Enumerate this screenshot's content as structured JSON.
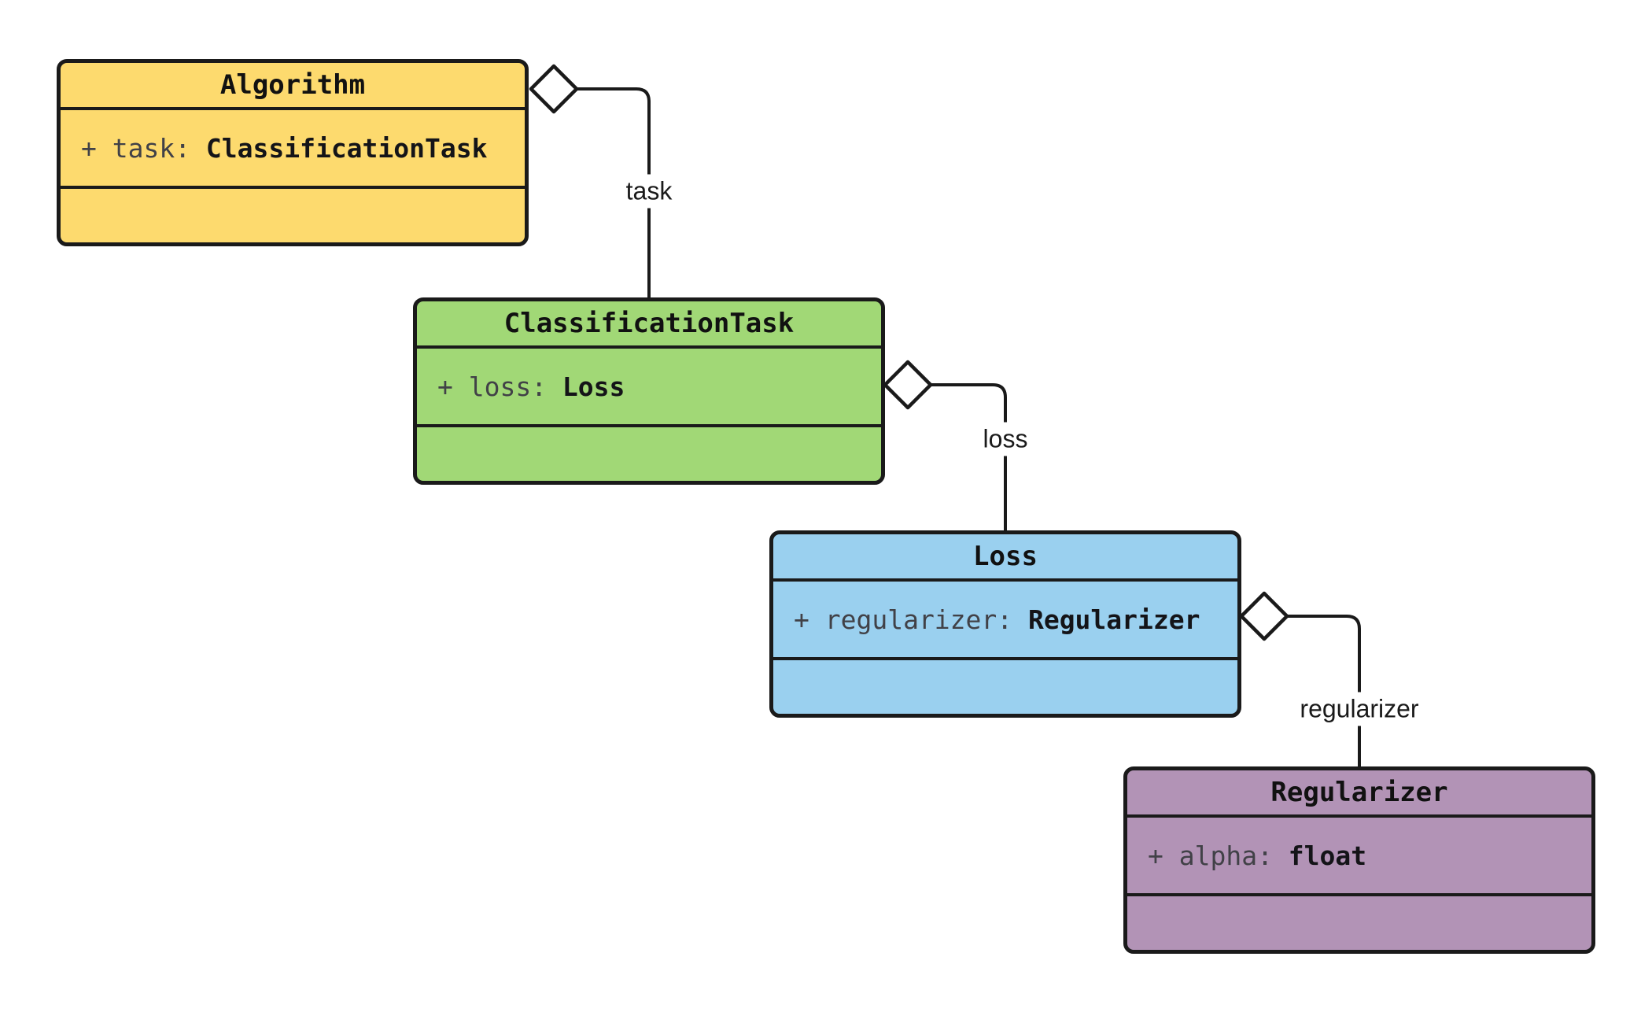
{
  "diagram": {
    "background": "#ffffff",
    "stroke_color": "#1a1a1a",
    "diamond_fill": "#ffffff",
    "classes": [
      {
        "title": "Algorithm",
        "attr_prefix": "+ task:",
        "attr_type": "ClassificationTask",
        "fill": "#fdda6e"
      },
      {
        "title": "ClassificationTask",
        "attr_prefix": "+ loss:",
        "attr_type": "Loss",
        "fill": "#a1d876"
      },
      {
        "title": "Loss",
        "attr_prefix": "+ regularizer:",
        "attr_type": "Regularizer",
        "fill": "#9ad0ef"
      },
      {
        "title": "Regularizer",
        "attr_prefix": "+ alpha:",
        "attr_type": "float",
        "fill": "#b293b6"
      }
    ],
    "relations": [
      {
        "type": "aggregation",
        "from": "Algorithm",
        "to": "ClassificationTask",
        "label": "task"
      },
      {
        "type": "aggregation",
        "from": "ClassificationTask",
        "to": "Loss",
        "label": "loss"
      },
      {
        "type": "aggregation",
        "from": "Loss",
        "to": "Regularizer",
        "label": "regularizer"
      }
    ]
  }
}
